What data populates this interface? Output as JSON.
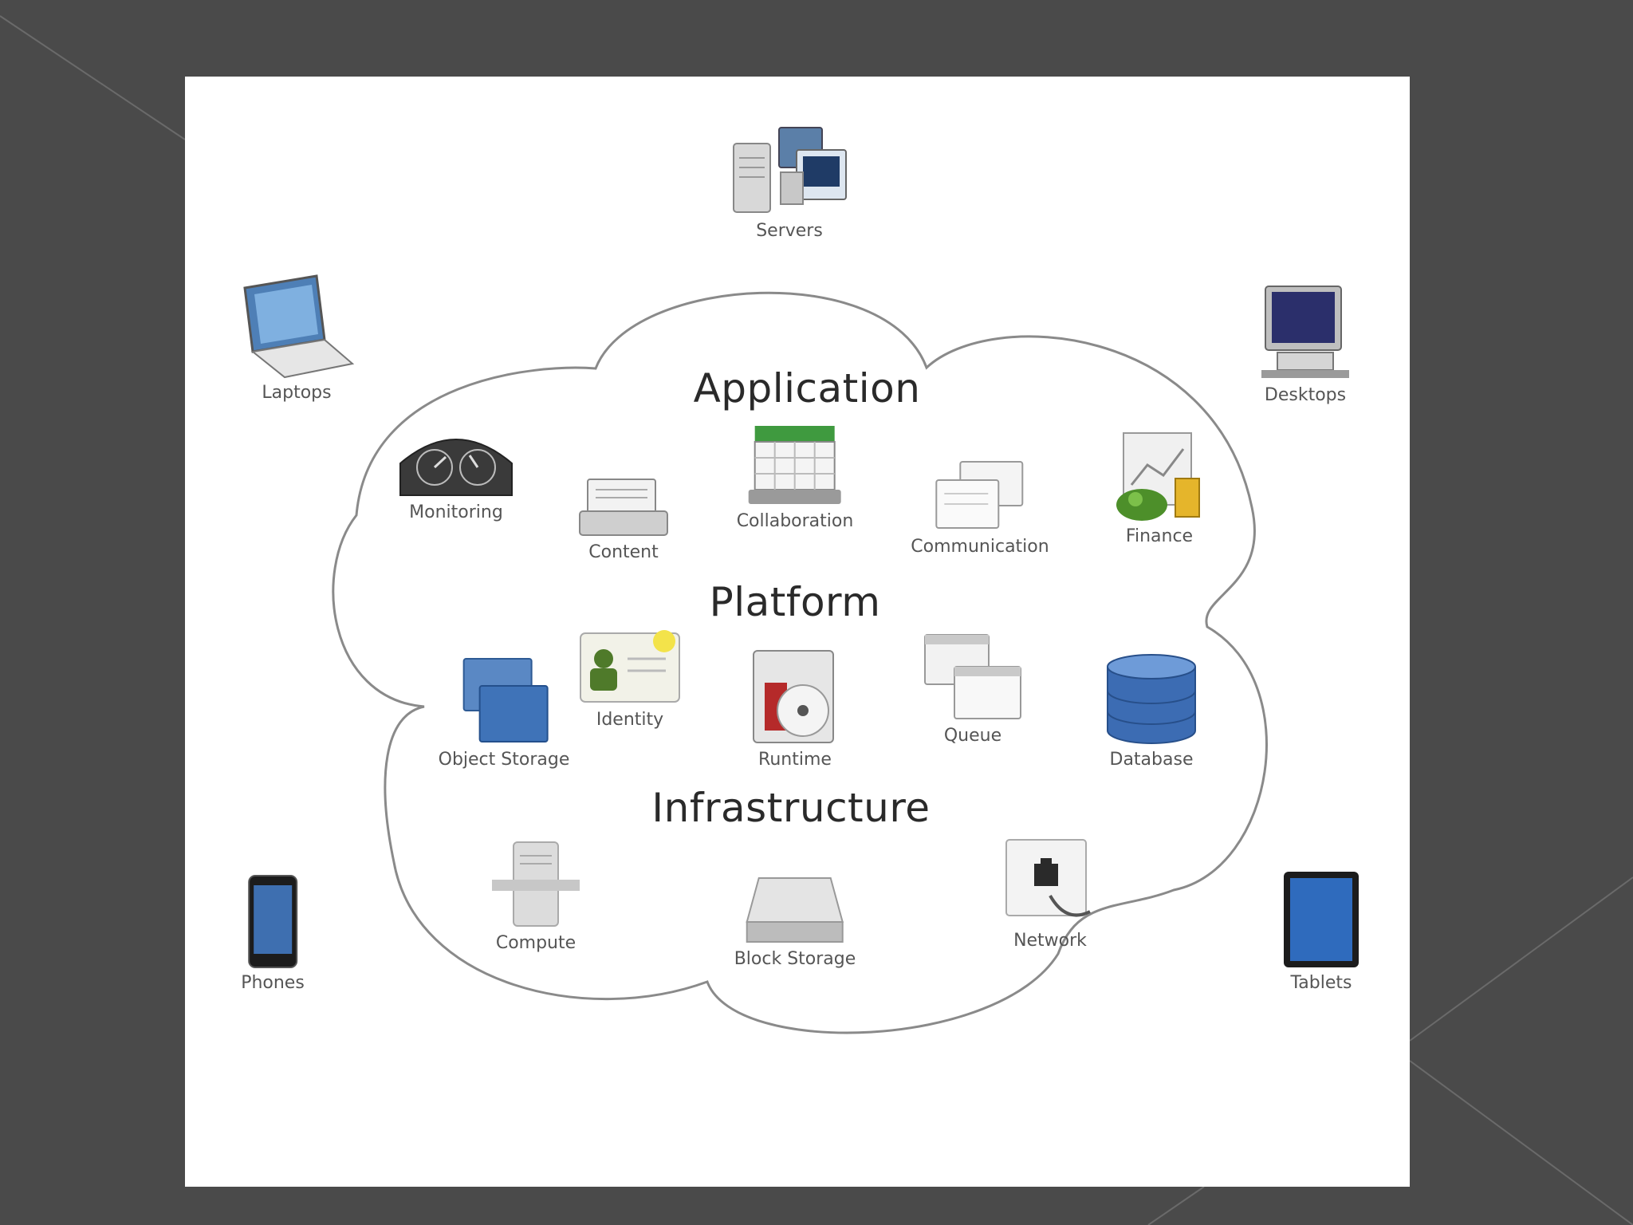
{
  "diagram": {
    "sections": {
      "application": "Application",
      "platform": "Platform",
      "infrastructure": "Infrastructure"
    },
    "clients": {
      "servers": "Servers",
      "laptops": "Laptops",
      "desktops": "Desktops",
      "phones": "Phones",
      "tablets": "Tablets"
    },
    "application": {
      "monitoring": "Monitoring",
      "content": "Content",
      "collaboration": "Collaboration",
      "communication": "Communication",
      "finance": "Finance"
    },
    "platform": {
      "object_storage": "Object Storage",
      "identity": "Identity",
      "runtime": "Runtime",
      "queue": "Queue",
      "database": "Database"
    },
    "infrastructure": {
      "compute": "Compute",
      "block_storage": "Block Storage",
      "network": "Network"
    }
  },
  "colors": {
    "background": "#4a4a4a",
    "panel": "#ffffff",
    "cloud_outline": "#8a8a8a"
  }
}
